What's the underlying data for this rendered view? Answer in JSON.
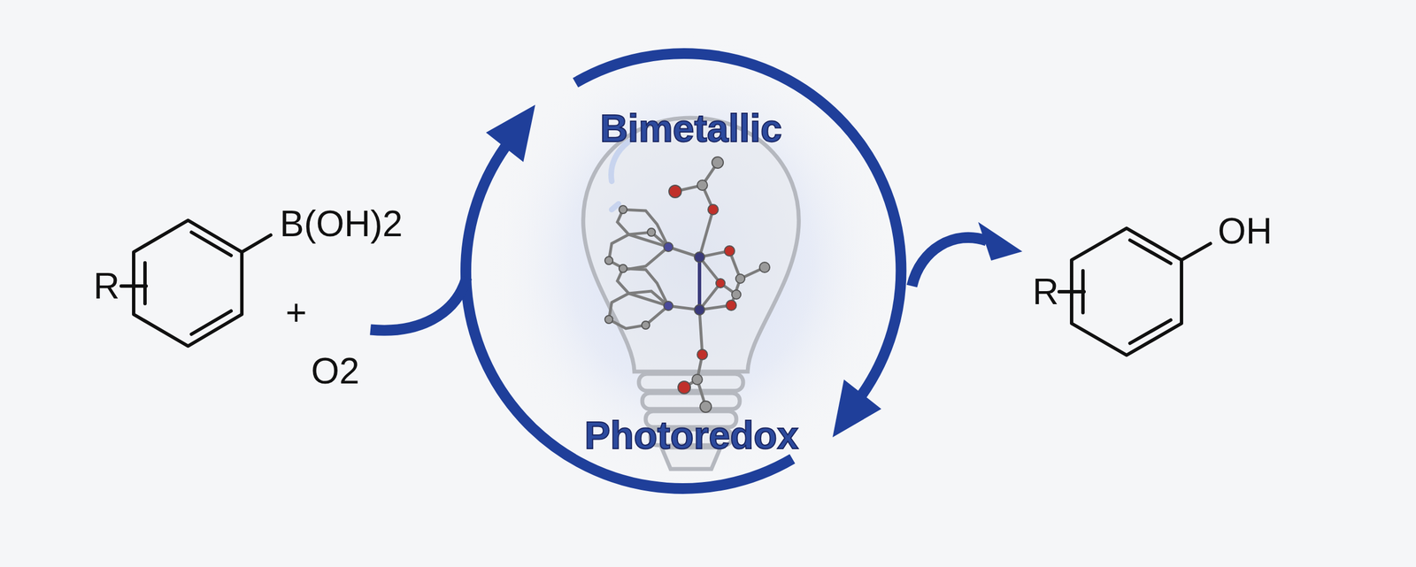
{
  "diagram": {
    "labels": [
      "B(OH)2",
      "R",
      "+",
      "O2",
      "Bimetallic",
      "Photoredox",
      "OH",
      "R"
    ]
  }
}
